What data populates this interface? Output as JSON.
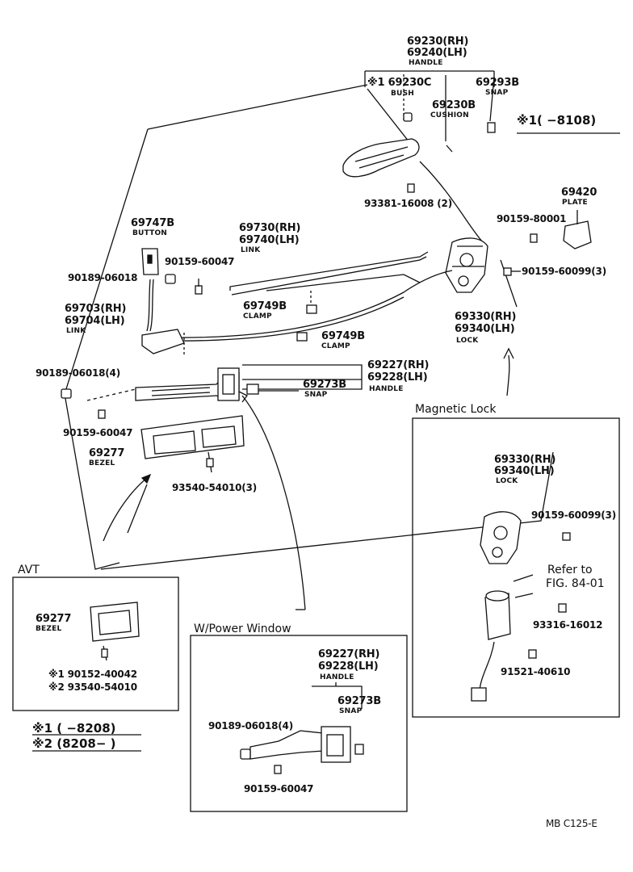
{
  "handle_top": {
    "pn_rh": "69230(RH)",
    "pn_lh": "69240(LH)",
    "name": "HANDLE"
  },
  "bush": {
    "pn": "※1 69230C",
    "name": "BUSH"
  },
  "snap_top": {
    "pn": "69293B",
    "name": "SNAP"
  },
  "cushion": {
    "pn": "69230B",
    "name": "CUSHION"
  },
  "note_top": {
    "text": "※1(      −8108)"
  },
  "screw_93381": {
    "pn": "93381-16008 (2)"
  },
  "plate": {
    "pn": "69420",
    "name": "PLATE"
  },
  "bolt_80001": {
    "pn": "90159-80001"
  },
  "bolt_60099": {
    "pn": "90159-60099(3)"
  },
  "button": {
    "pn": "69747B",
    "name": "BUTTON"
  },
  "bolt_60047_a": {
    "pn": "90159-60047"
  },
  "clip_06018": {
    "pn": "90189-06018"
  },
  "link_top": {
    "pn_rh": "69730(RH)",
    "pn_lh": "69740(LH)",
    "name": "LINK"
  },
  "link_left": {
    "pn_rh": "69703(RH)",
    "pn_lh": "69704(LH)",
    "name": "LINK"
  },
  "clamp_a": {
    "pn": "69749B",
    "name": "CLAMP"
  },
  "clamp_b": {
    "pn": "69749B",
    "name": "CLAMP"
  },
  "lock_main": {
    "pn_rh": "69330(RH)",
    "pn_lh": "69340(LH)",
    "name": "LOCK"
  },
  "clip_06018_4": {
    "pn": "90189-06018(4)"
  },
  "handle_inner": {
    "pn_rh": "69227(RH)",
    "pn_lh": "69228(LH)",
    "name": "HANDLE"
  },
  "snap_mid": {
    "pn": "69273B",
    "name": "SNAP"
  },
  "bolt_60047_b": {
    "pn": "90159-60047"
  },
  "bezel": {
    "pn": "69277",
    "name": "BEZEL"
  },
  "screw_54010": {
    "pn": "93540-54010(3)"
  },
  "magnetic_lock": {
    "title": "Magnetic Lock",
    "lock_rh": "69330(RH)",
    "lock_lh": "69340(LH)",
    "lock_name": "LOCK",
    "bolt": "90159-60099(3)",
    "refer_1": "Refer to",
    "refer_2": "FIG. 84-01",
    "screw_a": "93316-16012",
    "screw_b": "91521-40610"
  },
  "avt": {
    "title": "AVT",
    "bezel_pn": "69277",
    "bezel_name": "BEZEL",
    "note1": "※1 90152-40042",
    "note2": "※2 93540-54010"
  },
  "legend": {
    "line1": "※1 (        −8208)",
    "line2": "※2 (8208−        )"
  },
  "power_window": {
    "title": "W/Power Window",
    "handle_rh": "69227(RH)",
    "handle_lh": "69228(LH)",
    "handle_name": "HANDLE",
    "snap_pn": "69273B",
    "snap_name": "SNAP",
    "clip": "90189-06018(4)",
    "bolt": "90159-60047"
  },
  "footer": {
    "code": "MB  C125-E"
  }
}
